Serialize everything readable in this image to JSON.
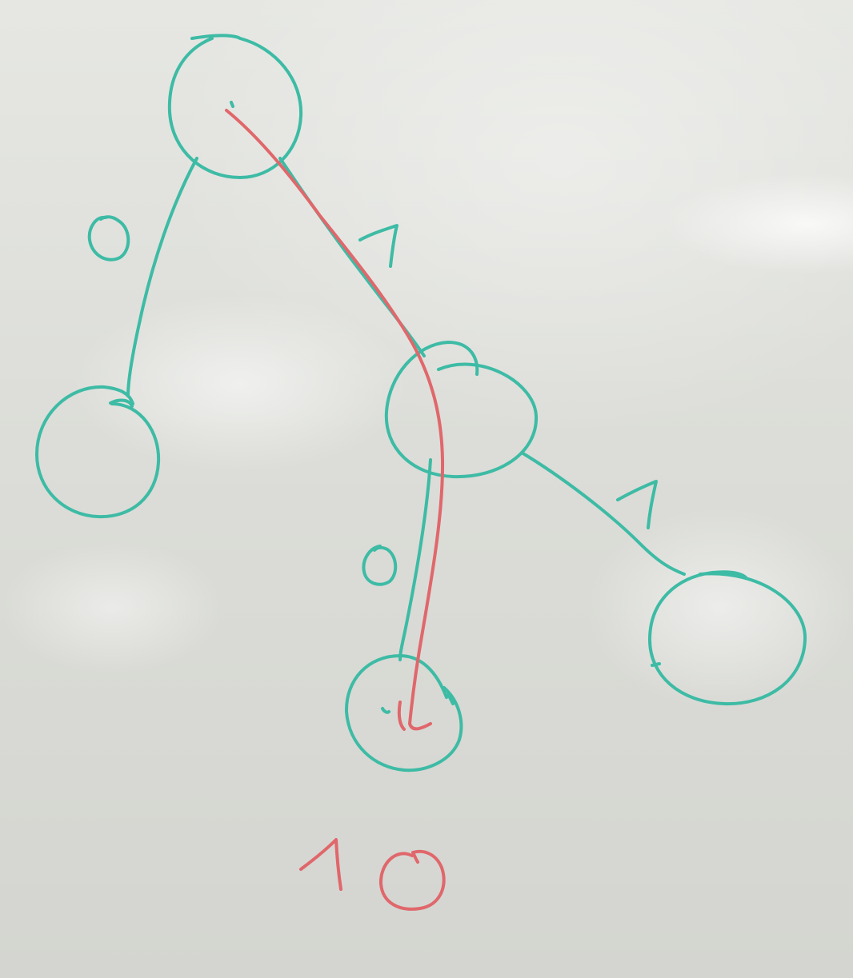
{
  "colors": {
    "marker_teal": "#3dbba5",
    "marker_red": "#e0676b",
    "board": "#dfe0dc"
  },
  "diagram": {
    "edge_labels": {
      "root_left": "0",
      "root_right": "1",
      "mid_down": "0",
      "mid_right": "1"
    },
    "result_code": "10"
  }
}
